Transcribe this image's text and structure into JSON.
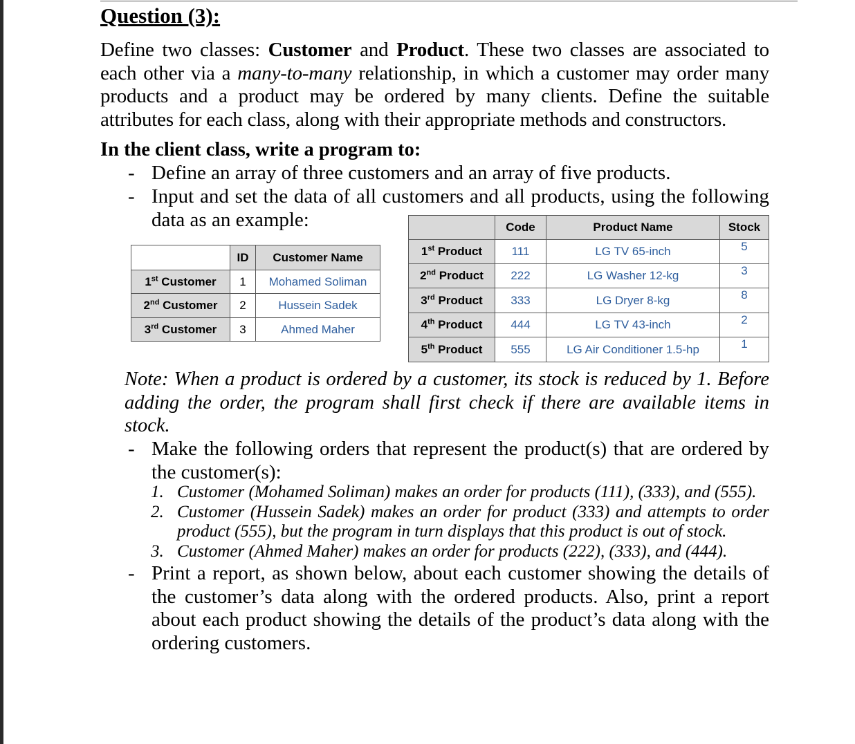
{
  "title": "Question (3):",
  "intro": {
    "p1": "Define two classes: ",
    "customer": "Customer",
    "and": " and ",
    "product": "Product",
    "p2": ". These two classes are associated to each other via a ",
    "relationship": "many-to-many",
    "p3": " relationship, in which a customer may order many products and a product may be ordered by many clients. Define the suitable attributes for each class, along with their appropriate methods and constructors."
  },
  "client_heading": "In the client class, write a program to:",
  "bullets": [
    "Define an array of three customers and an array of five products.",
    "Input and set the data of all customers and all products, using the following data as an example:",
    "Make the following orders that represent the product(s) that are ordered by the customer(s):",
    "Print a report, as shown below, about each customer showing the details of the customer’s data along with the ordered products. Also, print a report about each product showing the details of the product’s data along with the ordering customers."
  ],
  "dash": "-",
  "customer_table": {
    "headers": [
      "ID",
      "Customer Name"
    ],
    "rows": [
      {
        "ord": "1",
        "sup": "st",
        "label": " Customer",
        "id": "1",
        "name": "Mohamed Soliman"
      },
      {
        "ord": "2",
        "sup": "nd",
        "label": " Customer",
        "id": "2",
        "name": "Hussein Sadek"
      },
      {
        "ord": "3",
        "sup": "rd",
        "label": " Customer",
        "id": "3",
        "name": "Ahmed Maher"
      }
    ]
  },
  "product_table": {
    "headers": [
      "Code",
      "Product Name",
      "Stock"
    ],
    "rows": [
      {
        "ord": "1",
        "sup": "st",
        "label": " Product",
        "code": "111",
        "name": "LG TV 65-inch",
        "stock": "5"
      },
      {
        "ord": "2",
        "sup": "nd",
        "label": " Product",
        "code": "222",
        "name": "LG Washer 12-kg",
        "stock": "3"
      },
      {
        "ord": "3",
        "sup": "rd",
        "label": " Product",
        "code": "333",
        "name": "LG Dryer 8-kg",
        "stock": "8"
      },
      {
        "ord": "4",
        "sup": "th",
        "label": " Product",
        "code": "444",
        "name": "LG TV 43-inch",
        "stock": "2"
      },
      {
        "ord": "5",
        "sup": "th",
        "label": " Product",
        "code": "555",
        "name": "LG Air Conditioner 1.5-hp",
        "stock": "1"
      }
    ]
  },
  "note": "Note: When a product is ordered by a customer, its stock is reduced by 1. Before adding the order, the program shall first check if there are available items in stock.",
  "orders": [
    {
      "num": "1.",
      "text": "Customer (Mohamed Soliman) makes an order for products (111), (333), and (555)."
    },
    {
      "num": "2.",
      "text": "Customer (Hussein Sadek) makes an order for product (333) and attempts to order product (555), but the program in turn displays that this product is out of stock."
    },
    {
      "num": "3.",
      "text": "Customer (Ahmed Maher) makes an order for products (222), (333), and (444)."
    }
  ]
}
